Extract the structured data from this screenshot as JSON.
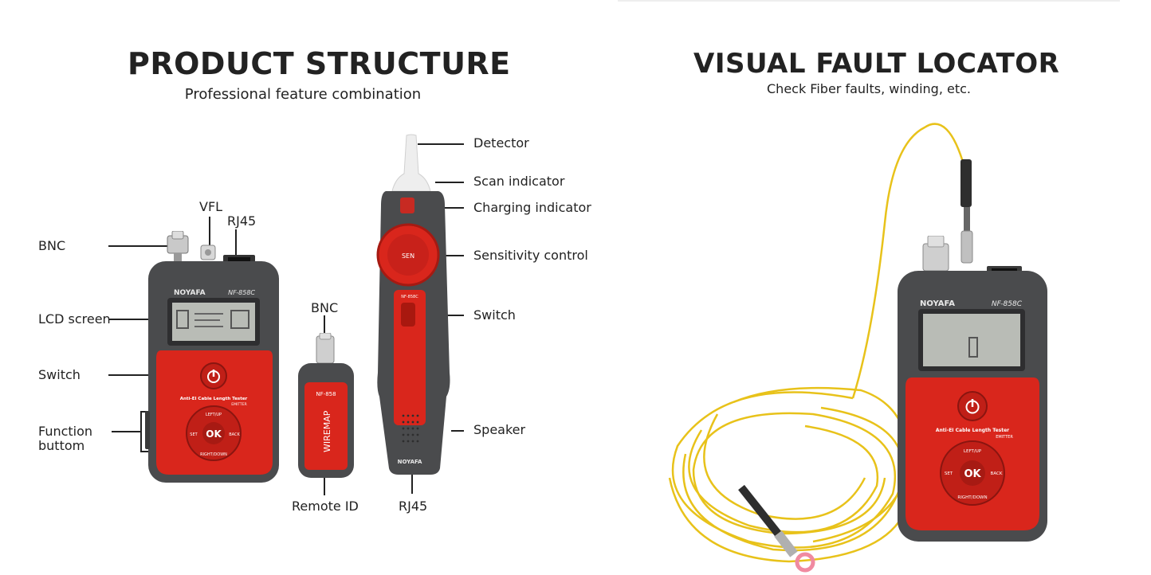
{
  "left": {
    "title": "PRODUCT STRUCTURE",
    "subtitle": "Professional feature combination",
    "labels": {
      "bnc_left": "BNC",
      "vfl": "VFL",
      "rj45_top": "RJ45",
      "lcd": "LCD screen",
      "switch_left": "Switch",
      "function_l1": "Function",
      "function_l2": "buttom",
      "bnc_mid": "BNC",
      "remote_id": "Remote ID",
      "rj45_bottom": "RJ45",
      "detector": "Detector",
      "scan": "Scan indicator",
      "charging": "Charging indicator",
      "sensitivity": "Sensitivity control",
      "switch_right": "Switch",
      "speaker": "Speaker"
    },
    "device_text": {
      "brand": "NOYAFA",
      "model": "NF-858C",
      "tagline": "Anti-EI Cable Length Tester",
      "emitter": "EMITTER",
      "ok": "OK",
      "left_btn": "SET",
      "right_btn": "BACK",
      "up_btn": "LEFT/UP",
      "down_btn": "RIGHT/DOWN",
      "remote_model": "NF-858",
      "remote_text": "WIREMAP",
      "probe_model": "NF-858C",
      "sen": "SEN"
    }
  },
  "right": {
    "title": "VISUAL FAULT LOCATOR",
    "subtitle": "Check Fiber faults, winding, etc.",
    "device_text": {
      "brand": "NOYAFA",
      "model": "NF-858C",
      "tagline": "Anti-EI Cable Length Tester",
      "emitter": "EMITTER",
      "ok": "OK",
      "left_btn": "SET",
      "right_btn": "BACK",
      "up_btn": "LEFT/UP",
      "down_btn": "RIGHT/DOWN"
    }
  },
  "colors": {
    "body_grey": "#4a4b4d",
    "accent_red": "#d9261c",
    "lcd": "#b9bcb6",
    "fiber_yellow": "#e8c21a"
  }
}
